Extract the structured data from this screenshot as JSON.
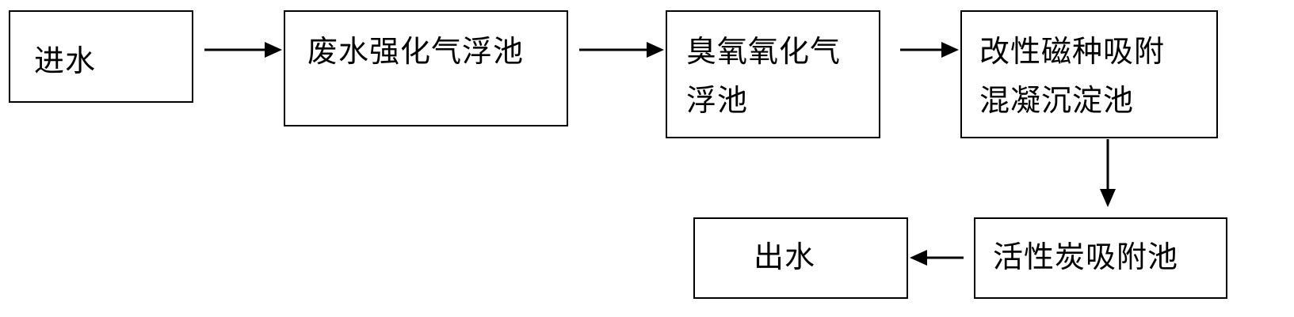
{
  "nodes": {
    "inlet": {
      "label": "进水"
    },
    "enhanced_flotation": {
      "label": "废水强化气浮池"
    },
    "ozone_flotation": {
      "line1": "臭氧氧化气",
      "line2": "浮池"
    },
    "magnetic_sedimentation": {
      "line1": "改性磁种吸附",
      "line2": "混凝沉淀池"
    },
    "activated_carbon": {
      "label": "活性炭吸附池"
    },
    "outlet": {
      "label": "出水"
    }
  },
  "colors": {
    "stroke": "#000000",
    "background": "#ffffff"
  }
}
